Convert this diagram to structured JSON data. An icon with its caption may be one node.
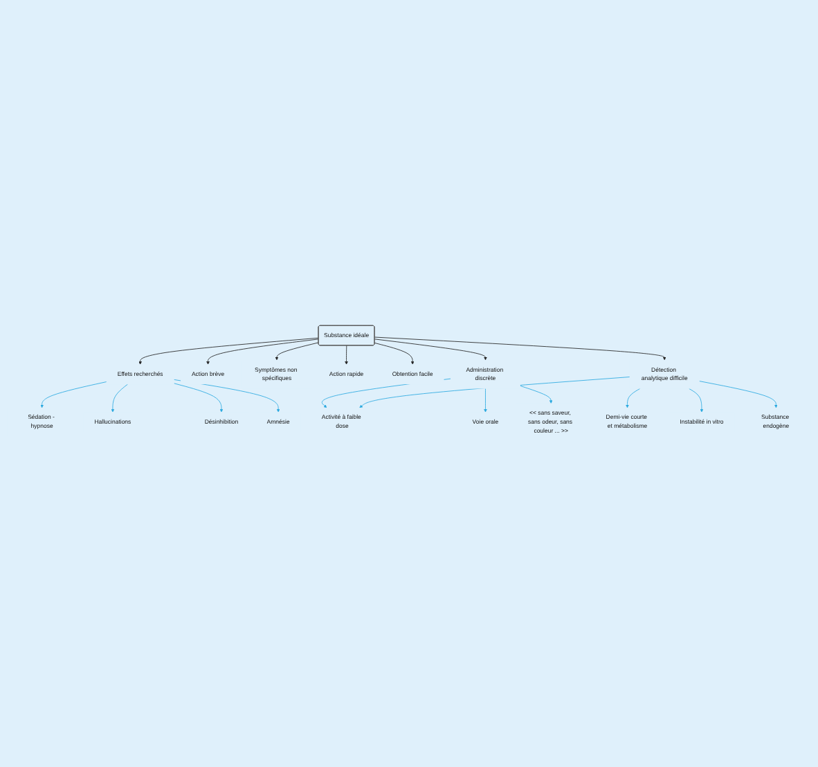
{
  "diagram": {
    "nodes": [
      {
        "text": [
          "Substance idéale"
        ]
      },
      {
        "text": [
          "Effets recherchés"
        ]
      },
      {
        "text": [
          "Sédation - hypnose"
        ]
      },
      {
        "text": [
          "Hallucinations"
        ]
      },
      {
        "text": [
          "Désinhibition"
        ]
      },
      {
        "text": [
          "Amnésie"
        ]
      },
      {
        "text": [
          "Action brève"
        ]
      },
      {
        "text": [
          "Symptômes non spécifiques"
        ]
      },
      {
        "text": [
          "Action rapide"
        ]
      },
      {
        "text": [
          "Obtention facile"
        ]
      },
      {
        "text": [
          "Administration discrète"
        ]
      },
      {
        "text": [
          "Détection analytique difficile"
        ]
      },
      {
        "text": [
          "Activité à faible dose"
        ]
      },
      {
        "text": [
          "Voie orale"
        ]
      },
      {
        "text": [
          "<< sans saveur, sans odeur, sans couleur ... >>"
        ]
      },
      {
        "text": [
          "Demi-vie courte et métabolisme"
        ]
      },
      {
        "text": [
          "Instabilité in vitro"
        ]
      },
      {
        "text": [
          "Substance endogène"
        ]
      }
    ],
    "edges": [
      {
        "from": 0,
        "to": 1,
        "arrow": "to",
        "color": "#222222"
      },
      {
        "from": 1,
        "to": 2,
        "arrow": "to"
      },
      {
        "from": 1,
        "to": 3,
        "arrow": "to"
      },
      {
        "from": 1,
        "to": 4,
        "arrow": "to"
      },
      {
        "from": 1,
        "to": 5,
        "arrow": "to"
      },
      {
        "from": 0,
        "to": 6,
        "arrow": "to",
        "color": "#222222"
      },
      {
        "from": 0,
        "to": 7,
        "arrow": "to",
        "color": "#222222"
      },
      {
        "from": 0,
        "to": 8,
        "arrow": "to",
        "color": "#222222"
      },
      {
        "from": 0,
        "to": 9,
        "arrow": "to",
        "color": "#222222"
      },
      {
        "from": 0,
        "to": 10,
        "arrow": "to",
        "color": "#222222"
      },
      {
        "from": 0,
        "to": 11,
        "arrow": "to",
        "color": "#222222"
      },
      {
        "from": 10,
        "to": 12,
        "arrow": "to"
      },
      {
        "from": 11,
        "to": 12,
        "arrow": "to"
      },
      {
        "from": 10,
        "to": 13,
        "arrow": "to"
      },
      {
        "from": 10,
        "to": 14,
        "arrow": "to"
      },
      {
        "from": 11,
        "to": 15,
        "arrow": "to"
      },
      {
        "from": 11,
        "to": 16,
        "arrow": "to"
      },
      {
        "from": 11,
        "to": 17,
        "arrow": "to"
      }
    ]
  }
}
